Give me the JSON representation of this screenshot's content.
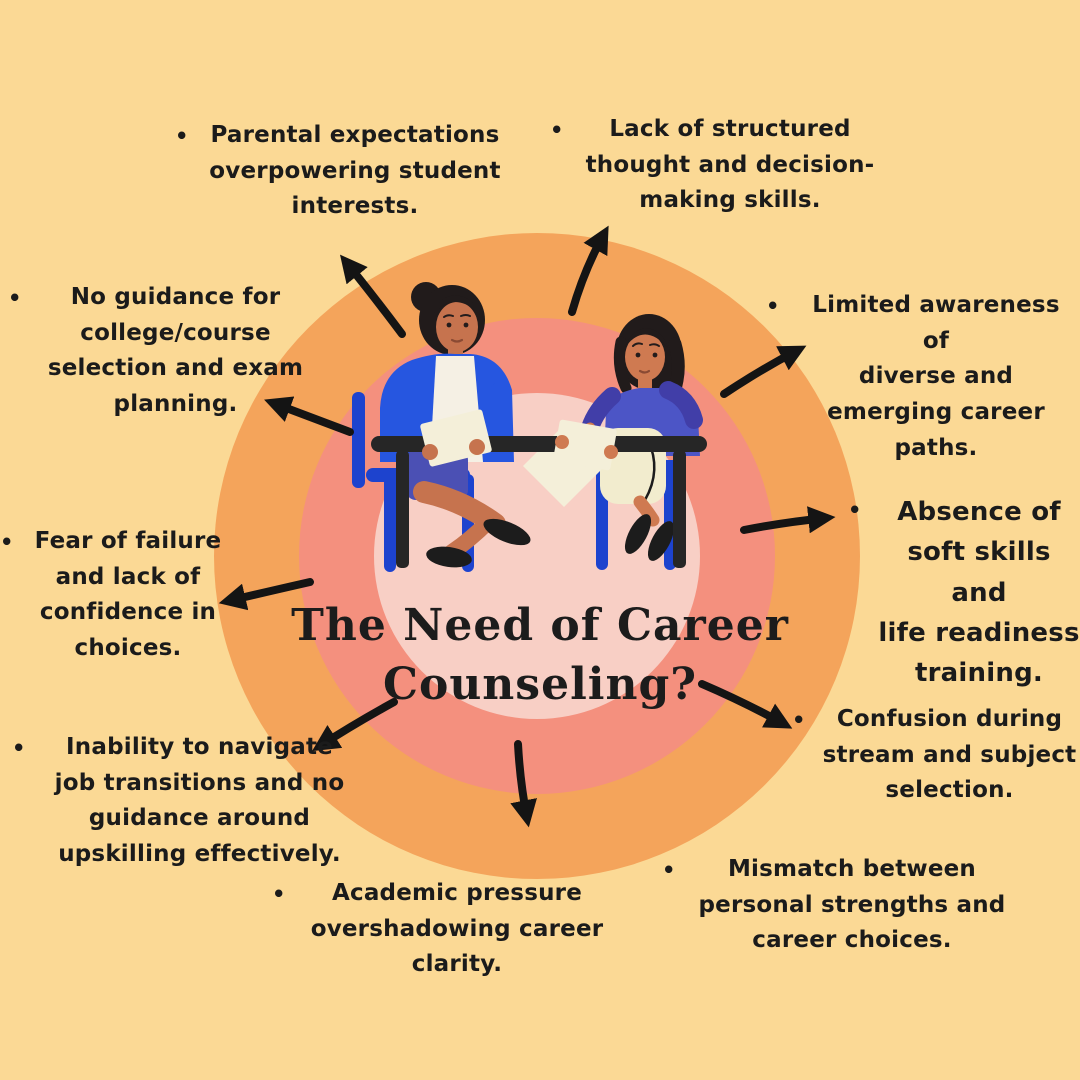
{
  "title": {
    "text": "The Need of Career\nCounseling?"
  },
  "bullet_char": "•",
  "items": [
    {
      "id": "parental-expectations",
      "text": "Parental expectations\noverpowering student\ninterests."
    },
    {
      "id": "lack-structured-thought",
      "text": "Lack of structured\nthought and decision-\nmaking skills."
    },
    {
      "id": "limited-awareness",
      "text": "Limited awareness of\ndiverse and\nemerging career\npaths."
    },
    {
      "id": "absence-soft-skills",
      "text": "Absence of\nsoft skills and\nlife readiness\ntraining."
    },
    {
      "id": "confusion-stream-subject",
      "text": "Confusion during\nstream and subject\nselection."
    },
    {
      "id": "mismatch-strengths",
      "text": "Mismatch between\npersonal strengths and\ncareer choices."
    },
    {
      "id": "academic-pressure",
      "text": "Academic pressure\novershadowing career\nclarity."
    },
    {
      "id": "inability-job-transitions",
      "text": "Inability to navigate\njob transitions and no\nguidance around\nupskilling effectively."
    },
    {
      "id": "fear-of-failure",
      "text": "Fear of failure\nand lack of\nconfidence in\nchoices."
    },
    {
      "id": "no-guidance-college",
      "text": "No guidance for\ncollege/course\nselection and exam\nplanning."
    }
  ],
  "illustration": {
    "name": "counselor-and-student-at-table"
  },
  "palette": {
    "background": "#FBD995",
    "circle_outer": "#F4A45B",
    "circle_middle": "#F4907E",
    "circle_inner": "#F8CFC5",
    "text": "#1B1B1B",
    "arrow": "#141414",
    "skin_left": "#C6734E",
    "skin_right": "#CF7A51",
    "hair": "#211B1B",
    "jacket_blue": "#2656E0",
    "shirt_cream": "#F5F0E4",
    "skirt_indigo": "#4B50B4",
    "tee_blue": "#4C55C6",
    "sleeve_indigo": "#413EA8",
    "pants_cream": "#F2ECCE",
    "chair_blue": "#1D43CE",
    "table_black": "#262626",
    "paper_cream": "#F4EFD9"
  }
}
